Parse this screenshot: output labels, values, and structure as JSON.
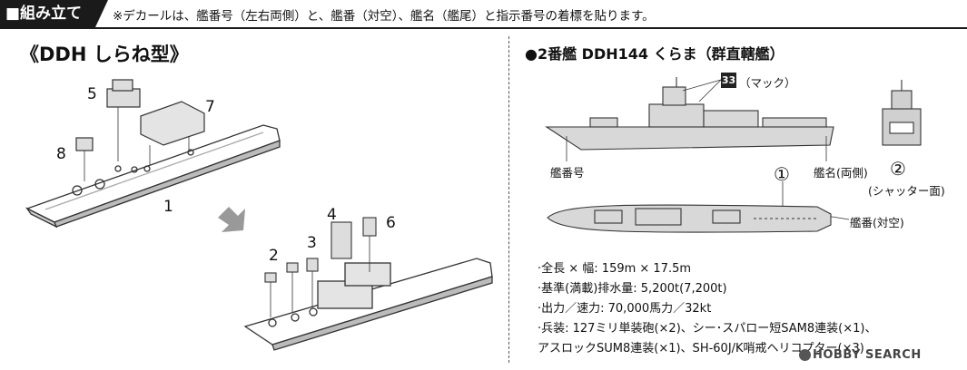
{
  "header": {
    "tab_label": "■組み立て",
    "note": "※デカールは、艦番号（左右両側）と、艦番（対空）、艦名（艦尾）と指示番号の着標を貼ります。"
  },
  "left": {
    "title": "《DDH しらね型》",
    "parts": [
      "1",
      "2",
      "3",
      "4",
      "5",
      "6",
      "7",
      "8"
    ]
  },
  "right": {
    "title": "●2番艦 DDH144 くらま（群直轄艦）",
    "badge": "33",
    "mast_label": "（マック）",
    "hull_number_label": "艦番号",
    "ship_name_label": "艦名(両側)",
    "circle1": "①",
    "circle2": "②",
    "shutter_label": "(シャッター面)",
    "deck_number_label": "艦番(対空)",
    "specs": [
      "·全長 × 幅: 159m × 17.5m",
      "·基準(満載)排水量: 5,200t(7,200t)",
      "·出力／速力: 70,000馬力／32kt",
      "·兵装: 127ミリ単装砲(×2)、シー･スパロー短SAM8連装(×1)、",
      "アスロックSUM8連装(×1)、SH-60J/K哨戒ヘリコプター(×3)"
    ]
  },
  "watermark": "HOBBY SEARCH"
}
